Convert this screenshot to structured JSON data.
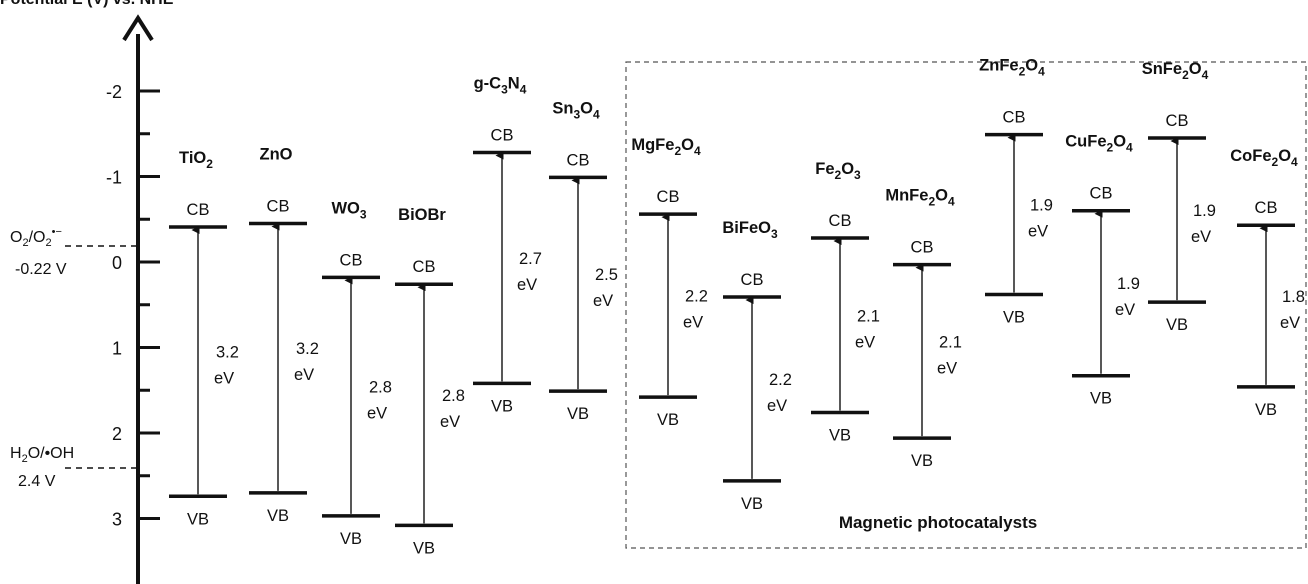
{
  "chart_data": {
    "type": "band-diagram",
    "y_axis": {
      "title": "Potential E (V) vs. NHE",
      "direction": "inverted",
      "range": [
        -3.0,
        3.6
      ],
      "ticks": [
        {
          "value": -2,
          "label": "-2"
        },
        {
          "value": -1,
          "label": "-1"
        },
        {
          "value": 0,
          "label": "0"
        },
        {
          "value": 1,
          "label": "1"
        },
        {
          "value": 2,
          "label": "2"
        },
        {
          "value": 3,
          "label": "3"
        }
      ],
      "minor_ticks": [
        -1.5,
        -0.5,
        0.5,
        1.5,
        2.5
      ]
    },
    "reference_levels": [
      {
        "value": -0.22,
        "label_main": "O",
        "label_sub": "2",
        "label_mid": "/O",
        "label_sub2": "2",
        "label_sup": "•−",
        "value_label": "-0.22 V"
      },
      {
        "value": 2.4,
        "label_pre": "H",
        "label_sub": "2",
        "label_post": "O/•OH",
        "value_label": "2.4 V"
      }
    ],
    "materials": [
      {
        "parts": [
          {
            "t": "TiO"
          },
          {
            "t": "2",
            "sub": true
          }
        ],
        "cb": -0.41,
        "vb": 2.74,
        "gap": "3.2",
        "unit": "eV",
        "cb_label": "CB",
        "vb_label": "VB"
      },
      {
        "parts": [
          {
            "t": "ZnO"
          }
        ],
        "cb": -0.45,
        "vb": 2.7,
        "gap": "3.2",
        "unit": "eV",
        "cb_label": "CB",
        "vb_label": "VB"
      },
      {
        "parts": [
          {
            "t": "WO"
          },
          {
            "t": "3",
            "sub": true
          }
        ],
        "cb": 0.18,
        "vb": 2.97,
        "gap": "2.8",
        "unit": "eV",
        "cb_label": "CB",
        "vb_label": "VB"
      },
      {
        "parts": [
          {
            "t": "BiOBr"
          }
        ],
        "cb": 0.26,
        "vb": 3.08,
        "gap": "2.8",
        "unit": "eV",
        "cb_label": "CB",
        "vb_label": "VB"
      },
      {
        "parts": [
          {
            "t": "g-C"
          },
          {
            "t": "3",
            "sub": true
          },
          {
            "t": "N"
          },
          {
            "t": "4",
            "sub": true
          }
        ],
        "cb": -1.28,
        "vb": 1.42,
        "gap": "2.7",
        "unit": "eV",
        "cb_label": "CB",
        "vb_label": "VB"
      },
      {
        "parts": [
          {
            "t": "Sn"
          },
          {
            "t": "3",
            "sub": true
          },
          {
            "t": "O"
          },
          {
            "t": "4",
            "sub": true
          }
        ],
        "cb": -0.99,
        "vb": 1.51,
        "gap": "2.5",
        "unit": "eV",
        "cb_label": "CB",
        "vb_label": "VB"
      },
      {
        "parts": [
          {
            "t": "MgFe"
          },
          {
            "t": "2",
            "sub": true
          },
          {
            "t": "O"
          },
          {
            "t": "4",
            "sub": true
          }
        ],
        "cb": -0.56,
        "vb": 1.58,
        "gap": "2.2",
        "unit": "eV",
        "cb_label": "CB",
        "vb_label": "VB"
      },
      {
        "parts": [
          {
            "t": "BiFeO"
          },
          {
            "t": "3",
            "sub": true
          }
        ],
        "cb": 0.41,
        "vb": 2.56,
        "gap": "2.2",
        "unit": "eV",
        "cb_label": "CB",
        "vb_label": "VB"
      },
      {
        "parts": [
          {
            "t": "Fe"
          },
          {
            "t": "2",
            "sub": true
          },
          {
            "t": "O"
          },
          {
            "t": "3",
            "sub": true
          }
        ],
        "cb": -0.28,
        "vb": 1.76,
        "gap": "2.1",
        "unit": "eV",
        "cb_label": "CB",
        "vb_label": "VB"
      },
      {
        "parts": [
          {
            "t": "MnFe"
          },
          {
            "t": "2",
            "sub": true
          },
          {
            "t": "O"
          },
          {
            "t": "4",
            "sub": true
          }
        ],
        "cb": 0.03,
        "vb": 2.06,
        "gap": "2.1",
        "unit": "eV",
        "cb_label": "CB",
        "vb_label": "VB"
      },
      {
        "parts": [
          {
            "t": "ZnFe"
          },
          {
            "t": "2",
            "sub": true
          },
          {
            "t": "O"
          },
          {
            "t": "4",
            "sub": true
          }
        ],
        "cb": -1.49,
        "vb": 0.38,
        "gap": "1.9",
        "unit": "eV",
        "cb_label": "CB",
        "vb_label": "VB"
      },
      {
        "parts": [
          {
            "t": "CuFe"
          },
          {
            "t": "2",
            "sub": true
          },
          {
            "t": "O"
          },
          {
            "t": "4",
            "sub": true
          }
        ],
        "cb": -0.6,
        "vb": 1.33,
        "gap": "1.9",
        "unit": "eV",
        "cb_label": "CB",
        "vb_label": "VB"
      },
      {
        "parts": [
          {
            "t": "SnFe"
          },
          {
            "t": "2",
            "sub": true
          },
          {
            "t": "O"
          },
          {
            "t": "4",
            "sub": true
          }
        ],
        "cb": -1.45,
        "vb": 0.47,
        "gap": "1.9",
        "unit": "eV",
        "cb_label": "CB",
        "vb_label": "VB"
      },
      {
        "parts": [
          {
            "t": "CoFe"
          },
          {
            "t": "2",
            "sub": true
          },
          {
            "t": "O"
          },
          {
            "t": "4",
            "sub": true
          }
        ],
        "cb": -0.43,
        "vb": 1.46,
        "gap": "1.8",
        "unit": "eV",
        "cb_label": "CB",
        "vb_label": "VB"
      }
    ],
    "group": {
      "label": "Magnetic photocatalysts",
      "first_member": "MgFe2O4",
      "last_member": "CoFe2O4"
    }
  }
}
